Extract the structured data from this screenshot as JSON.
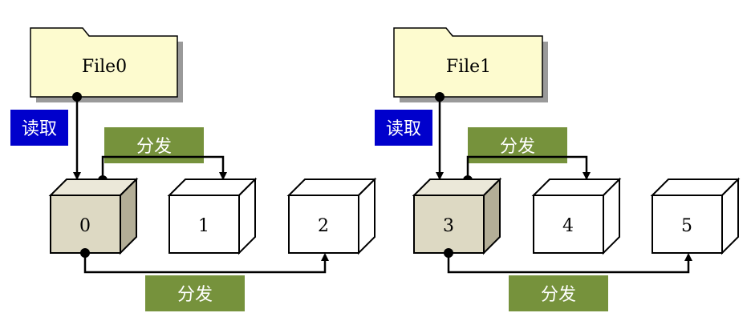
{
  "files": [
    {
      "label": "File0"
    },
    {
      "label": "File1"
    }
  ],
  "read_labels": [
    "读取",
    "读取"
  ],
  "distribute_labels": [
    "分发",
    "分发",
    "分发",
    "分发"
  ],
  "cubes": [
    "0",
    "1",
    "2",
    "3",
    "4",
    "5"
  ],
  "colors": {
    "folder_fill": "#fdfbcf",
    "folder_shadow": "#9a9a9a",
    "read_box": "#0000cc",
    "distribute_box": "#76923c",
    "cube_source_front": "#ddd9c3",
    "cube_source_top": "#ebe8d9",
    "cube_source_side": "#b3ae97",
    "cube_plain": "#ffffff",
    "line": "#000000"
  }
}
